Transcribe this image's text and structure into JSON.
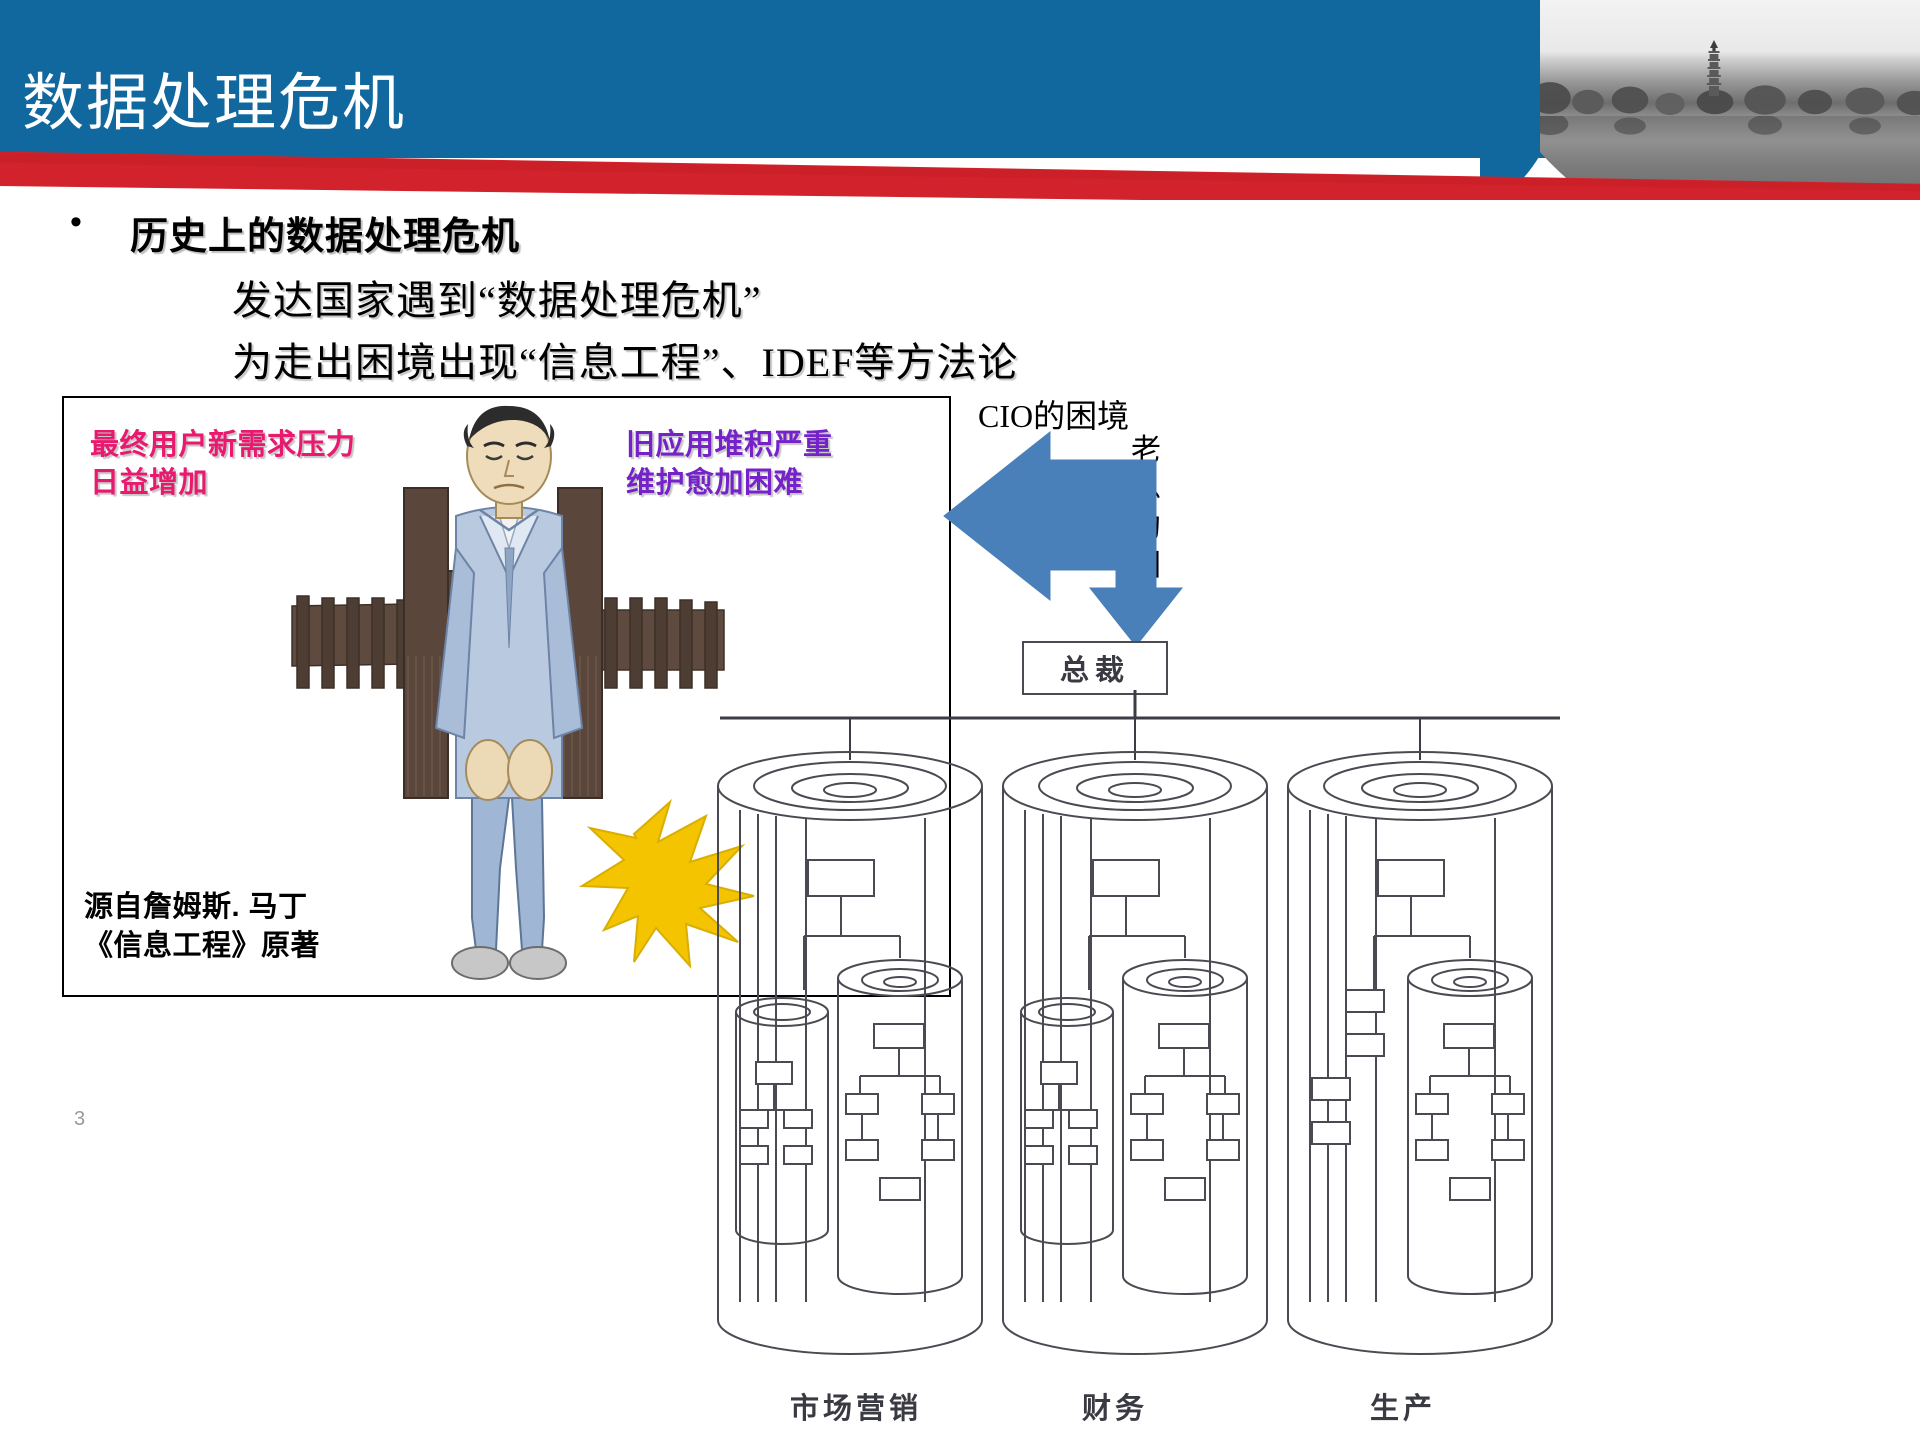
{
  "slide": {
    "title": "数据处理危机",
    "page_number": "3",
    "colors": {
      "header_blue": "#10689e",
      "header_red": "#d2222c",
      "pink_text": "#e8196f",
      "purple_text": "#7523c9",
      "arrow_blue": "#4a80ba",
      "burst_yellow": "#f5c400"
    }
  },
  "content": {
    "bullet_marker": "•",
    "bullet_title": "历史上的数据处理危机",
    "sub_lines": [
      "发达国家遇到“数据处理危机”",
      "为走出困境出现“信息工程”、IDEF等方法论"
    ]
  },
  "illustration": {
    "pink_label": "最终用户新需求压力\n日益增加",
    "purple_label": "旧应用堆积严重\n维护愈加困难",
    "source_label": "源自詹姆斯. 马丁\n《信息工程》原著"
  },
  "right_panel": {
    "cio_label": "CIO的困境",
    "boss_label": "老总的困境"
  },
  "db_diagram": {
    "top_box": "总裁",
    "column_labels": [
      "市场营销",
      "财务",
      "生产"
    ]
  }
}
